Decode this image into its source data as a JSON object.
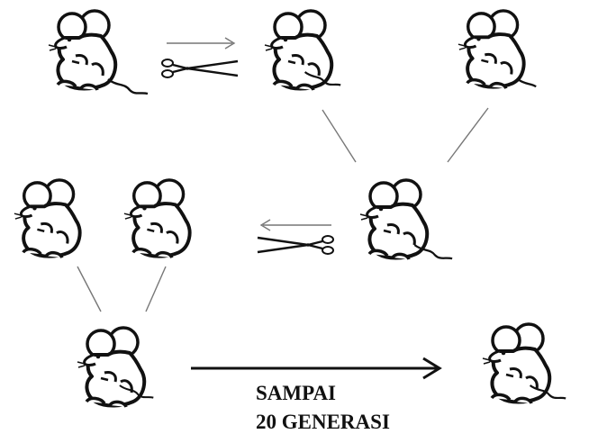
{
  "diagram": {
    "caption_line1": "SAMPAI",
    "caption_line2": "20 GENERASI",
    "mice": [
      {
        "id": "top-left",
        "tail": "right"
      },
      {
        "id": "top-middle",
        "tail": "right"
      },
      {
        "id": "top-right",
        "tail": "short"
      },
      {
        "id": "middle-left-a",
        "tail": "none"
      },
      {
        "id": "middle-left-b",
        "tail": "none"
      },
      {
        "id": "middle-right",
        "tail": "right"
      },
      {
        "id": "bottom-left",
        "tail": "right"
      },
      {
        "id": "bottom-right",
        "tail": "right"
      }
    ],
    "icons": [
      "mouse-icon",
      "scissors-icon",
      "arrow-right-icon",
      "arrow-left-icon"
    ],
    "colors": {
      "line": "#111111",
      "connector": "#777777",
      "fill": "#ffffff"
    }
  }
}
